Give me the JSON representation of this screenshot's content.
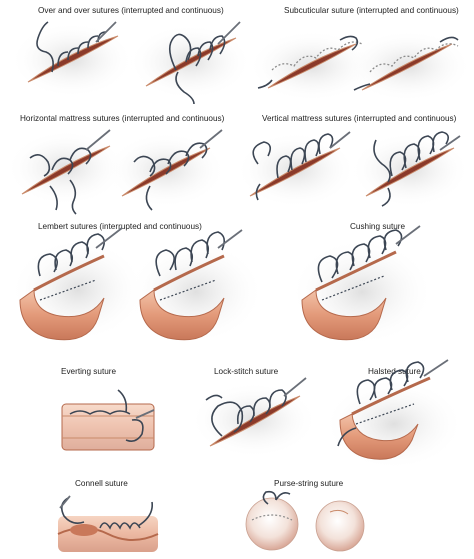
{
  "labels": {
    "over_and_over": "Over and over sutures (interrupted and continuous)",
    "subcuticular": "Subcuticular suture (interrupted and continuous)",
    "horizontal_mattress": "Horizontal mattress sutures (interrupted and continuous)",
    "vertical_mattress": "Vertical mattress sutures (interrupted and continuous)",
    "lembert": "Lembert sutures (interrupted and continuous)",
    "cushing": "Cushing suture",
    "everting": "Everting suture",
    "lock_stitch": "Lock-stitch suture",
    "halsted": "Halsted suture",
    "connell": "Connell suture",
    "purse_string": "Purse-string suture"
  },
  "colors": {
    "tissue_shadow": "#e6e6e6",
    "wound": "#8b3a2a",
    "wound_edge": "#c98a6a",
    "thread": "#3c4654",
    "needle": "#6a6f78",
    "intestine": "#e7a888",
    "intestine_dark": "#b5694c",
    "dotted_suture": "#8a8a8a"
  }
}
